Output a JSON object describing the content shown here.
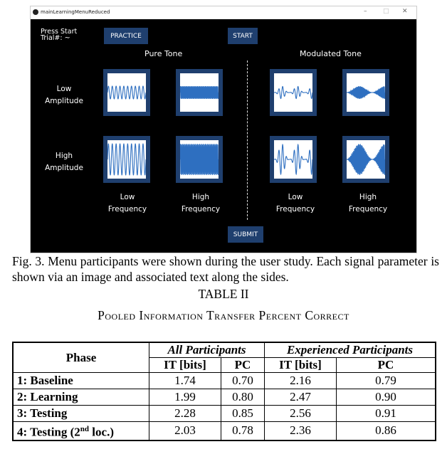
{
  "window": {
    "title": "mainLearningMenuReduced",
    "minimize": "–",
    "maximize": "□",
    "close": "✕"
  },
  "app": {
    "status_line1": "Press Start",
    "status_line2": "Trial#: ~",
    "practice": "PRACTICE",
    "start": "START",
    "submit": "SUBMIT",
    "pure_tone": "Pure Tone",
    "modulated_tone": "Modulated Tone",
    "rows": [
      [
        "Low",
        "Amplitude"
      ],
      [
        "High",
        "Amplitude"
      ]
    ],
    "cols": [
      [
        "Low",
        "Frequency"
      ],
      [
        "High",
        "Frequency"
      ],
      [
        "Low",
        "Frequency"
      ],
      [
        "High",
        "Frequency"
      ]
    ],
    "colors": {
      "button": "#1f3f6e",
      "wave": "#2e6fc0"
    }
  },
  "caption": "Fig. 3.   Menu participants were shown during the user study. Each signal parameter is shown via an image and associated text along the sides.",
  "table": {
    "label": "TABLE II",
    "title": "Pooled Information Transfer  Percent Correct",
    "phase_header": "Phase",
    "group1": "All Participants",
    "group2": "Experienced Participants",
    "sub": [
      "IT [bits]",
      "PC",
      "IT [bits]",
      "PC"
    ],
    "rows": [
      {
        "phase": "1: Baseline",
        "v": [
          "1.74",
          "0.70",
          "2.16",
          "0.79"
        ]
      },
      {
        "phase": "2: Learning",
        "v": [
          "1.99",
          "0.80",
          "2.47",
          "0.90"
        ]
      },
      {
        "phase": "3: Testing",
        "v": [
          "2.28",
          "0.85",
          "2.56",
          "0.91"
        ]
      },
      {
        "phase_pre": "4: Testing (2",
        "phase_sup": "nd",
        "phase_post": " loc.)",
        "v": [
          "2.03",
          "0.78",
          "2.36",
          "0.86"
        ]
      }
    ]
  }
}
